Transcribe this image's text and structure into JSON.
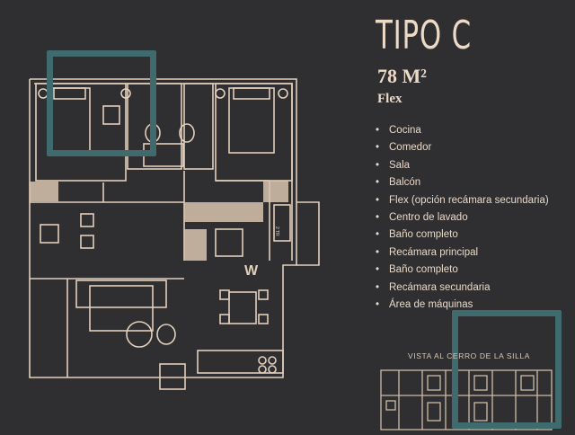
{
  "title": "TIPO C",
  "area": "78 M²",
  "type": "Flex",
  "features": [
    "Cocina",
    "Comedor",
    "Sala",
    "Balcón",
    "Flex (opción recámara secundaria)",
    "Centro de lavado",
    "Baño completo",
    "Recámara principal",
    "Baño completo",
    "Recámara secundaria",
    "Área de máquinas"
  ],
  "bullet": "•",
  "key_plan_label": "VISTA AL CERRO DE LA SILLA",
  "plan_marks": {
    "door_w": "W",
    "fridge": "2 TR"
  },
  "colors": {
    "background": "#2f2f31",
    "lines": "#e2cfbc",
    "highlight": "#3f6b6e"
  },
  "icons": [
    "floor-plan-drawing",
    "key-plan-drawing",
    "highlight-frame"
  ]
}
